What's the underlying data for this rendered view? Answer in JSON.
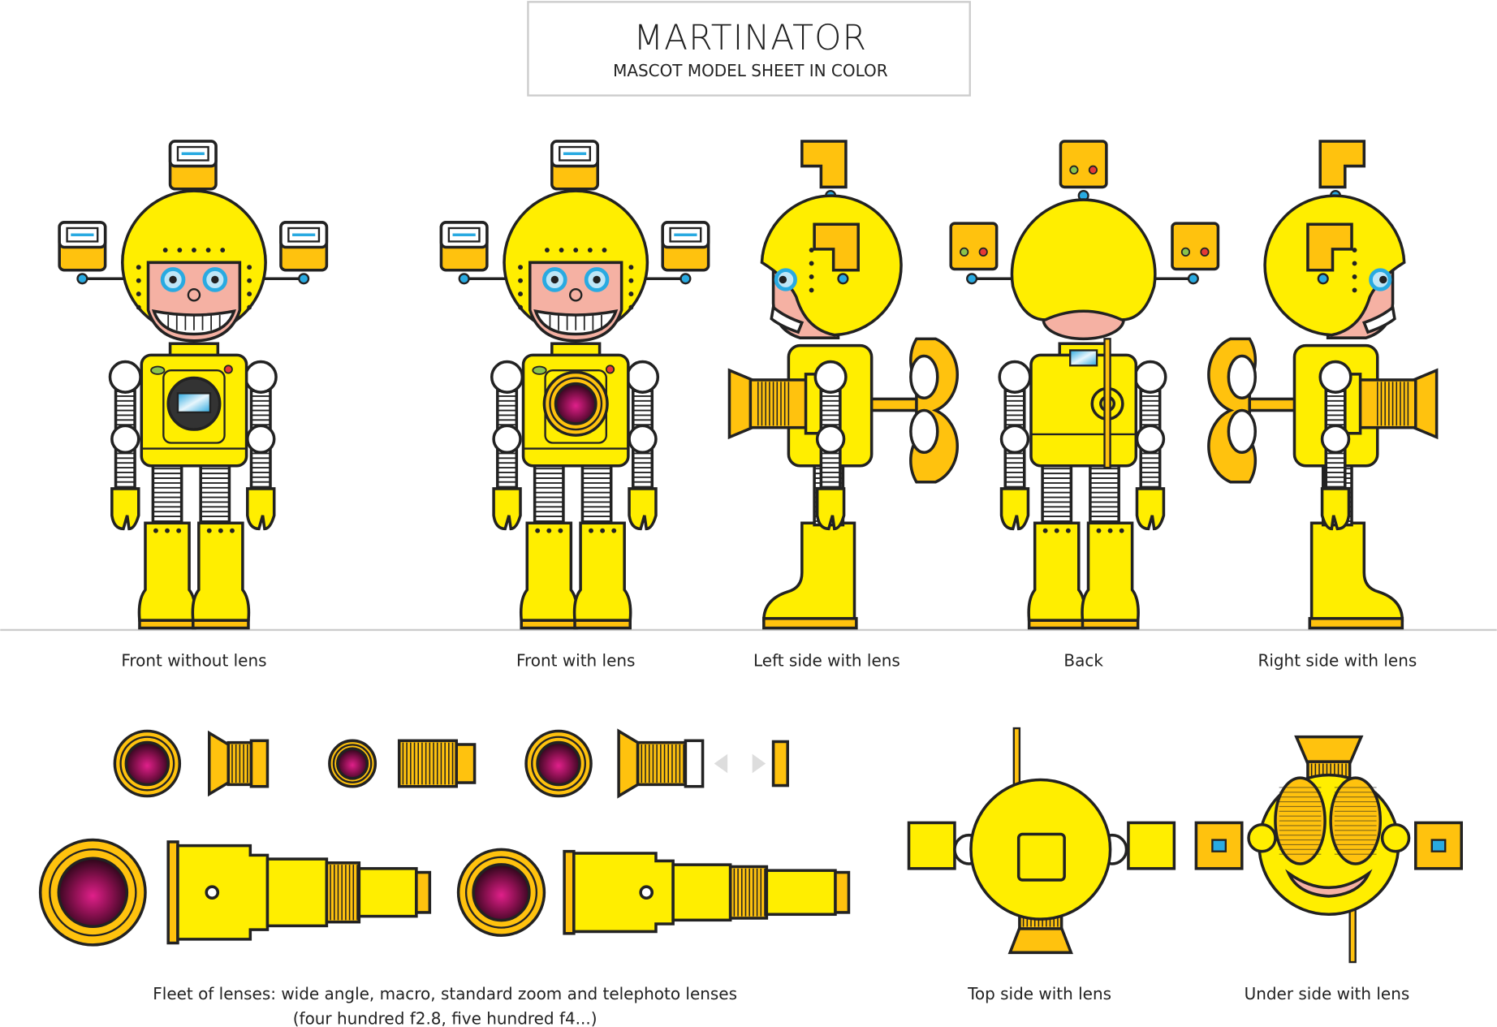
{
  "header": {
    "title": "MARTINATOR",
    "subtitle": "MASCOT MODEL SHEET IN COLOR"
  },
  "views": [
    {
      "id": "front-nolens",
      "caption": "Front without lens"
    },
    {
      "id": "front-lens",
      "caption": "Front with lens"
    },
    {
      "id": "left",
      "caption": "Left side with lens"
    },
    {
      "id": "back",
      "caption": "Back"
    },
    {
      "id": "right",
      "caption": "Right side with lens"
    }
  ],
  "lenses": {
    "caption": "Fleet of lenses: wide angle, macro, standard zoom and telephoto lenses",
    "subcaption": "(four hundred f2.8, five hundred f4...)"
  },
  "top_view": {
    "caption": "Top side with lens"
  },
  "under_view": {
    "caption": "Under side with lens"
  },
  "colors": {
    "yellow": "#ffee00",
    "orange": "#ffc20e",
    "outline": "#222222",
    "skin": "#f5b1a3",
    "eye_blue": "#29aae1",
    "lens_magenta": "#c2187a"
  }
}
